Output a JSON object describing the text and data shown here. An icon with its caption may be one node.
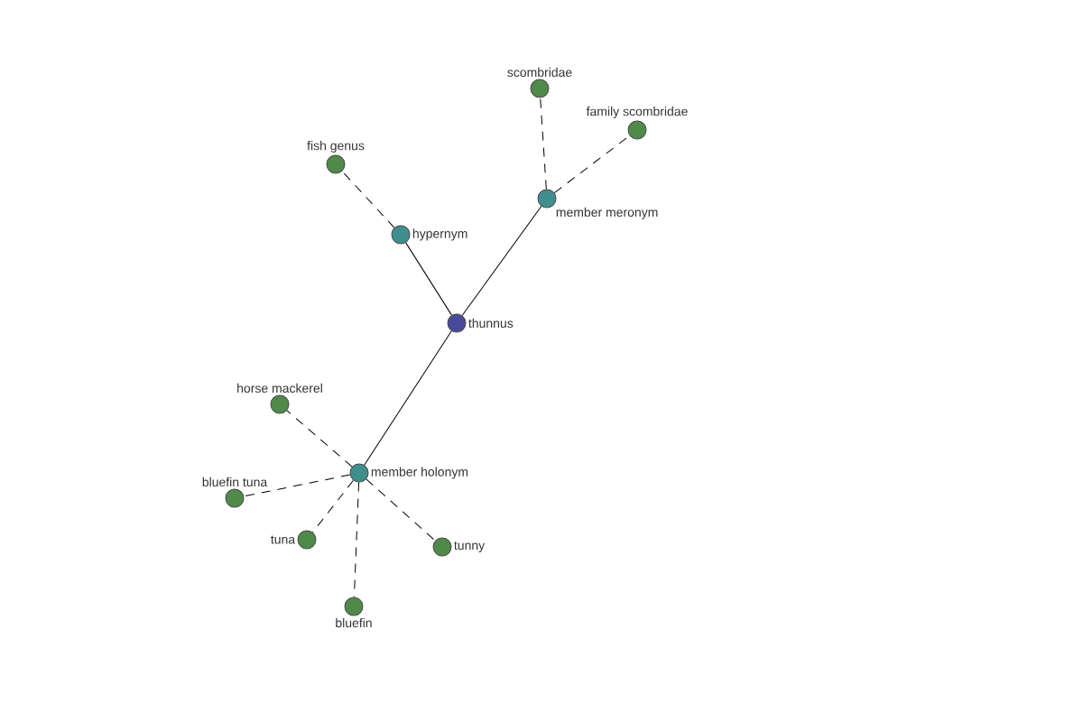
{
  "diagram": {
    "nodes": [
      {
        "text": [
          "scombridae"
        ]
      },
      {
        "text": [
          "family scombridae"
        ]
      },
      {
        "text": [
          "fish genus"
        ]
      },
      {
        "text": [
          "member meronym"
        ]
      },
      {
        "text": [
          "hypernym"
        ]
      },
      {
        "text": [
          "thunnus"
        ]
      },
      {
        "text": [
          "horse mackerel"
        ]
      },
      {
        "text": [
          "member holonym"
        ]
      },
      {
        "text": [
          "bluefin tuna"
        ]
      },
      {
        "text": [
          "tuna"
        ]
      },
      {
        "text": [
          "tunny"
        ]
      },
      {
        "text": [
          "bluefin"
        ]
      }
    ],
    "edges": [
      {
        "from": 5,
        "to": 4,
        "arrow": "none"
      },
      {
        "from": 5,
        "to": 3,
        "arrow": "none"
      },
      {
        "from": 5,
        "to": 7,
        "arrow": "none"
      },
      {
        "from": 4,
        "to": 2,
        "arrow": "none",
        "style": "dashed"
      },
      {
        "from": 3,
        "to": 0,
        "arrow": "none",
        "style": "dashed"
      },
      {
        "from": 3,
        "to": 1,
        "arrow": "none",
        "style": "dashed"
      },
      {
        "from": 7,
        "to": 6,
        "arrow": "none",
        "style": "dashed"
      },
      {
        "from": 7,
        "to": 8,
        "arrow": "none",
        "style": "dashed"
      },
      {
        "from": 7,
        "to": 9,
        "arrow": "none",
        "style": "dashed"
      },
      {
        "from": 7,
        "to": 10,
        "arrow": "none",
        "style": "dashed"
      },
      {
        "from": 7,
        "to": 11,
        "arrow": "none",
        "style": "dashed"
      }
    ]
  }
}
